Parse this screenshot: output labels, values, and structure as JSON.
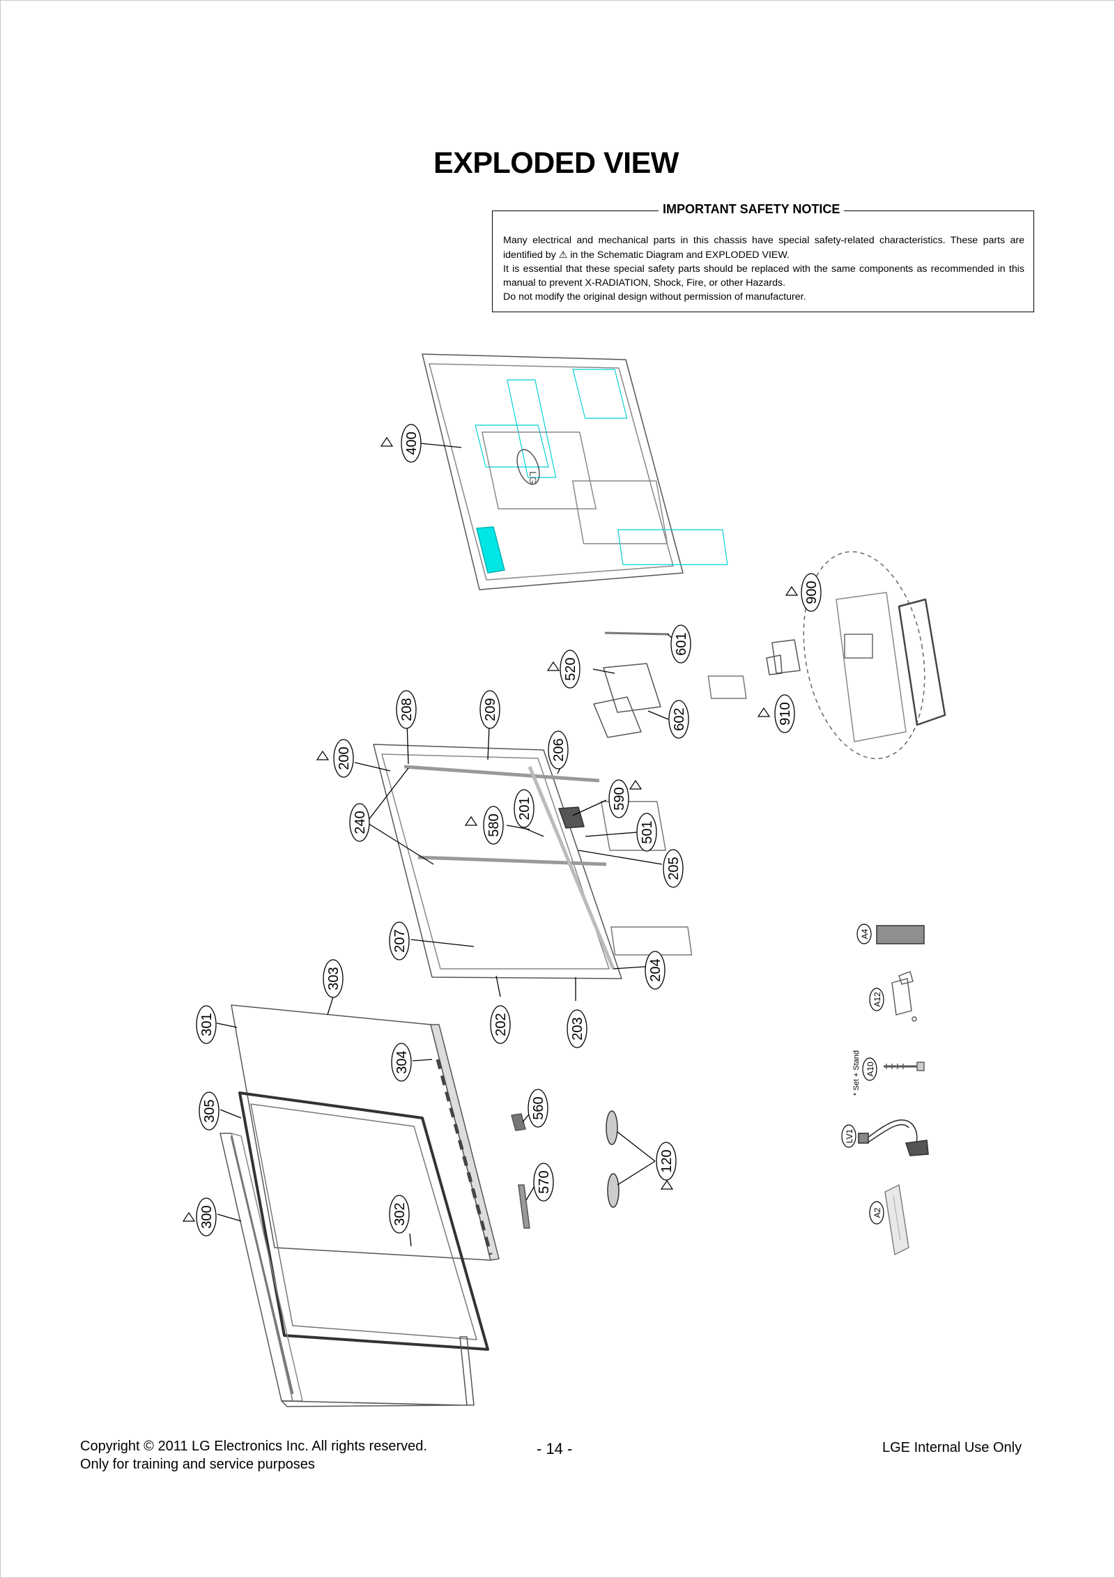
{
  "page": {
    "title": "EXPLODED VIEW",
    "notice": {
      "title": "IMPORTANT SAFETY NOTICE",
      "line1_pre": "Many electrical and mechanical parts in this chassis have special safety-related characteristics. These parts are identified by",
      "line1_post": "in the Schematic Diagram and EXPLODED VIEW.",
      "line2": "It is essential that these special safety parts should be replaced with the same components as recommended in this manual to prevent X-RADIATION, Shock, Fire, or other Hazards.",
      "line3": "Do not modify the original design without permission of manufacturer."
    },
    "footer": {
      "copyright": "Copyright © 2011 LG Electronics Inc. All rights reserved.",
      "purpose": "Only for training and service purposes",
      "page_number": "- 14 -",
      "internal": "LGE Internal Use Only"
    }
  },
  "logo_text": "LG",
  "callouts": [
    "400",
    "900",
    "601",
    "520",
    "602",
    "910",
    "208",
    "209",
    "200",
    "206",
    "590",
    "240",
    "580",
    "201",
    "501",
    "205",
    "207",
    "303",
    "204",
    "301",
    "202",
    "203",
    "304",
    "560",
    "305",
    "120",
    "570",
    "300",
    "302"
  ],
  "accessories": {
    "a4": "A4",
    "a12": "A12",
    "a10": "A10",
    "a10_note": "* Set + Stand",
    "lv1": "LV1",
    "a2": "A2"
  },
  "colors": {
    "highlight": "#00e5e5",
    "line": "#000000",
    "part_line": "#6b6b6b"
  }
}
